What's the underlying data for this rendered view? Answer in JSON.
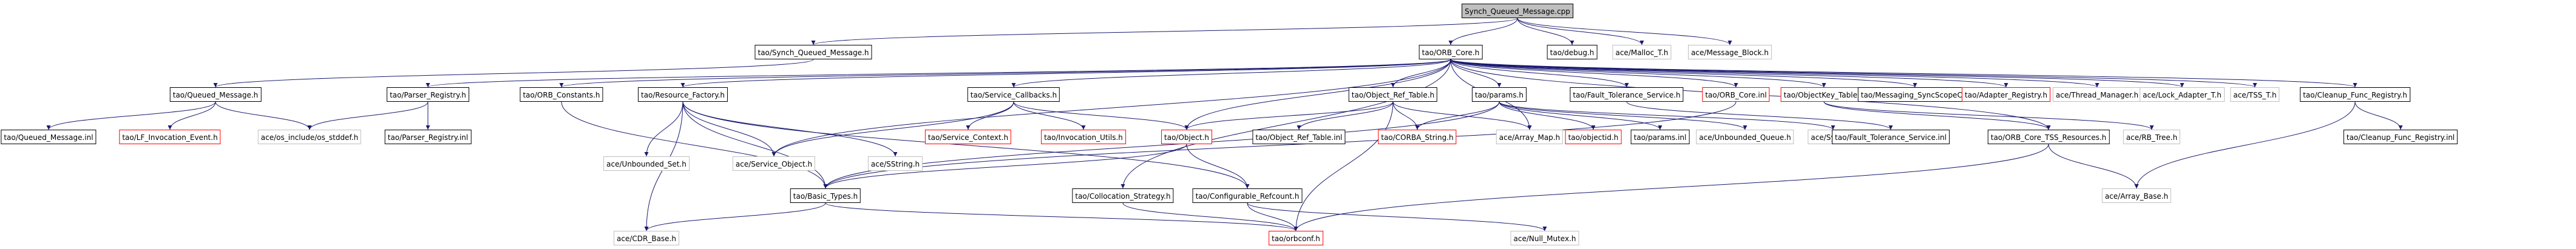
{
  "colors": {
    "edge": "#191970",
    "root_fill": "#bfbfbf",
    "node_border": "#000000",
    "missing_border": "#ff0000",
    "external_border": "#bfbfbf"
  },
  "nodes": [
    {
      "id": "n0",
      "label": "Synch_Queued_Message.cpp",
      "kind": "root"
    },
    {
      "id": "n1",
      "label": "tao/Synch_Queued_Message.h",
      "kind": "link"
    },
    {
      "id": "n2",
      "label": "tao/ORB_Core.h",
      "kind": "link"
    },
    {
      "id": "n3",
      "label": "tao/debug.h",
      "kind": "link"
    },
    {
      "id": "n4",
      "label": "ace/Malloc_T.h",
      "kind": "external"
    },
    {
      "id": "n5",
      "label": "ace/Message_Block.h",
      "kind": "external"
    },
    {
      "id": "n6",
      "label": "tao/Queued_Message.h",
      "kind": "link"
    },
    {
      "id": "n7",
      "label": "tao/Parser_Registry.h",
      "kind": "link"
    },
    {
      "id": "n8",
      "label": "tao/ORB_Constants.h",
      "kind": "link"
    },
    {
      "id": "n9",
      "label": "tao/Resource_Factory.h",
      "kind": "link"
    },
    {
      "id": "n10",
      "label": "tao/Service_Callbacks.h",
      "kind": "link"
    },
    {
      "id": "n11",
      "label": "tao/Object_Ref_Table.h",
      "kind": "link"
    },
    {
      "id": "n12",
      "label": "tao/params.h",
      "kind": "link"
    },
    {
      "id": "n13",
      "label": "tao/Fault_Tolerance_Service.h",
      "kind": "link"
    },
    {
      "id": "n14",
      "label": "tao/ORB_Core.inl",
      "kind": "missing"
    },
    {
      "id": "n15",
      "label": "tao/ObjectKey_Table.h",
      "kind": "missing"
    },
    {
      "id": "n16",
      "label": "tao/Messaging_SyncScopeC.h",
      "kind": "link"
    },
    {
      "id": "n17",
      "label": "tao/Adapter_Registry.h",
      "kind": "missing"
    },
    {
      "id": "n18",
      "label": "ace/Thread_Manager.h",
      "kind": "external"
    },
    {
      "id": "n19",
      "label": "ace/Lock_Adapter_T.h",
      "kind": "external"
    },
    {
      "id": "n20",
      "label": "ace/TSS_T.h",
      "kind": "external"
    },
    {
      "id": "n21",
      "label": "tao/Cleanup_Func_Registry.h",
      "kind": "link"
    },
    {
      "id": "n22",
      "label": "tao/Queued_Message.inl",
      "kind": "link"
    },
    {
      "id": "n23",
      "label": "tao/LF_Invocation_Event.h",
      "kind": "missing"
    },
    {
      "id": "n24",
      "label": "ace/os_include/os_stddef.h",
      "kind": "external"
    },
    {
      "id": "n25",
      "label": "tao/Parser_Registry.inl",
      "kind": "link"
    },
    {
      "id": "n26",
      "label": "ace/Unbounded_Set.h",
      "kind": "external"
    },
    {
      "id": "n27",
      "label": "ace/Service_Object.h",
      "kind": "external"
    },
    {
      "id": "n28",
      "label": "ace/SString.h",
      "kind": "external"
    },
    {
      "id": "n29",
      "label": "tao/Service_Context.h",
      "kind": "missing"
    },
    {
      "id": "n30",
      "label": "tao/Invocation_Utils.h",
      "kind": "missing"
    },
    {
      "id": "n31",
      "label": "tao/Object.h",
      "kind": "missing"
    },
    {
      "id": "n32",
      "label": "tao/Object_Ref_Table.inl",
      "kind": "link"
    },
    {
      "id": "n33",
      "label": "tao/CORBA_String.h",
      "kind": "missing"
    },
    {
      "id": "n34",
      "label": "ace/Array_Map.h",
      "kind": "external"
    },
    {
      "id": "n35",
      "label": "tao/objectid.h",
      "kind": "missing"
    },
    {
      "id": "n36",
      "label": "tao/params.inl",
      "kind": "link"
    },
    {
      "id": "n37",
      "label": "ace/Unbounded_Queue.h",
      "kind": "external"
    },
    {
      "id": "n38",
      "label": "ace/Synch.h",
      "kind": "external"
    },
    {
      "id": "n39",
      "label": "tao/Fault_Tolerance_Service.inl",
      "kind": "link"
    },
    {
      "id": "n40",
      "label": "tao/ORB_Core_TSS_Resources.h",
      "kind": "link"
    },
    {
      "id": "n41",
      "label": "ace/RB_Tree.h",
      "kind": "external"
    },
    {
      "id": "n42",
      "label": "tao/Cleanup_Func_Registry.inl",
      "kind": "link"
    },
    {
      "id": "n43",
      "label": "tao/Basic_Types.h",
      "kind": "link"
    },
    {
      "id": "n44",
      "label": "tao/Collocation_Strategy.h",
      "kind": "link"
    },
    {
      "id": "n45",
      "label": "tao/Configurable_Refcount.h",
      "kind": "link"
    },
    {
      "id": "n46",
      "label": "ace/Array_Base.h",
      "kind": "external"
    },
    {
      "id": "n47",
      "label": "ace/CDR_Base.h",
      "kind": "external"
    },
    {
      "id": "n48",
      "label": "tao/orbconf.h",
      "kind": "missing"
    },
    {
      "id": "n49",
      "label": "ace/Null_Mutex.h",
      "kind": "external"
    }
  ]
}
